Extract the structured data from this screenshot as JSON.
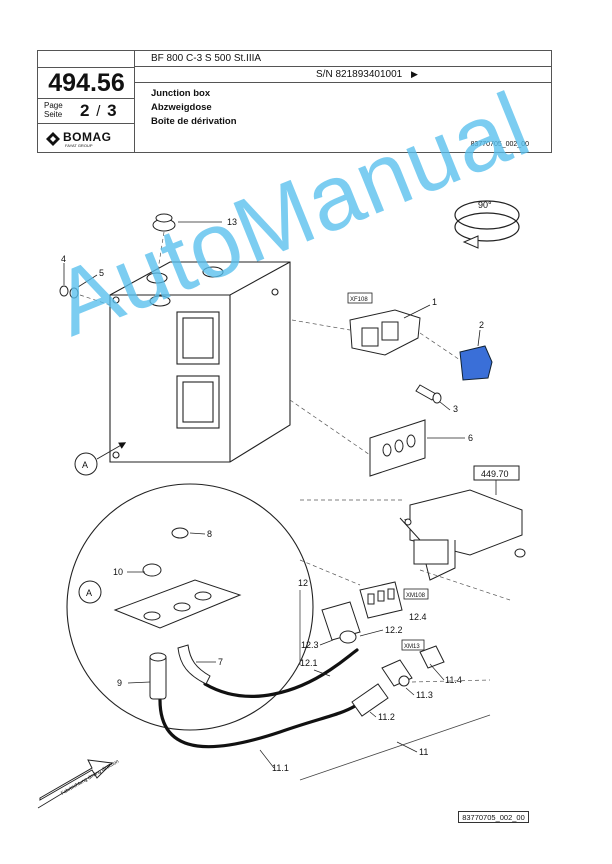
{
  "header": {
    "part_number": "494.56",
    "page_label_en": "Page",
    "page_label_de": "Seite",
    "page_current": "2",
    "page_sep": "/",
    "page_total": "3",
    "brand": "BOMAG",
    "brand_sub": "FAYAT GROUP",
    "model": "BF 800 C-3 S 500 St.IIIA",
    "serial": "S/N 821893401001",
    "serial_arrow": "▶",
    "title_en": "Junction box",
    "title_de": "Abzweigdose",
    "title_fr": "Boîte de dérivation",
    "doc_ref": "83770705_002_00"
  },
  "diagram": {
    "rotation_label": "90°",
    "callouts": [
      "1",
      "2",
      "3",
      "4",
      "5",
      "6",
      "7",
      "8",
      "9",
      "10",
      "11",
      "11.1",
      "11.2",
      "11.3",
      "11.4",
      "12",
      "12.1",
      "12.2",
      "12.3",
      "12.4",
      "13"
    ],
    "detail_label": "A",
    "ref_box": "449.70",
    "tag_xf": "XF108",
    "tag_xm108": "XM108",
    "tag_xm13": "XM13",
    "direction_label": "Fahrtrichtung driving direction"
  },
  "watermark": "AutoManual",
  "footer": {
    "doc_ref": "83770705_002_00"
  },
  "colors": {
    "watermark": "#58c0ee",
    "blue_part": "#3a6fd8"
  }
}
